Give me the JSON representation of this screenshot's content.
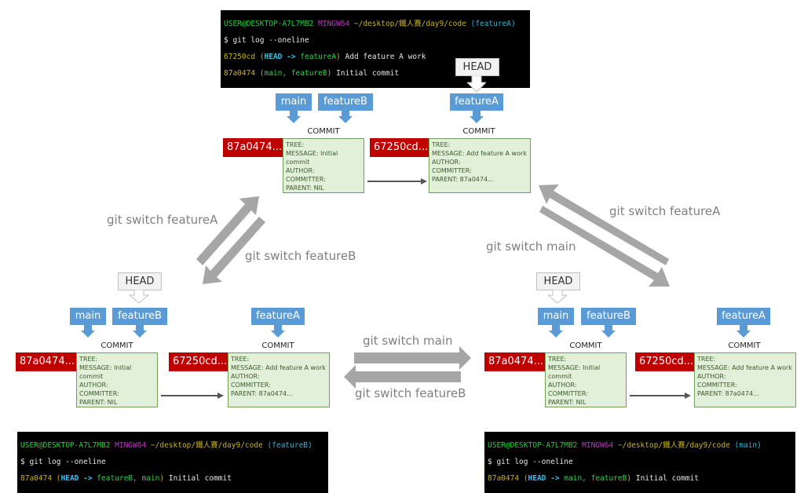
{
  "terminals": {
    "top": {
      "prompt_user": "USER@DESKTOP-A7L7MB2",
      "prompt_env": "MINGW64",
      "prompt_path": "~/desktop/鐵人賽/day9/code",
      "prompt_branch": "(featureA)",
      "command": "$ git log --oneline",
      "lines": [
        {
          "hash": "67250cd",
          "open": "(",
          "head": "HEAD ->",
          "refs": "featureA",
          "close": ")",
          "msg": "Add feature A work"
        },
        {
          "hash": "87a0474",
          "open": "(",
          "head": "",
          "refs": "main, featureB",
          "close": ")",
          "msg": "Initial commit"
        }
      ]
    },
    "bottom_left": {
      "prompt_user": "USER@DESKTOP-A7L7MB2",
      "prompt_env": "MINGW64",
      "prompt_path": "~/desktop/鐵人賽/day9/code",
      "prompt_branch": "(featureB)",
      "command": "$ git log --oneline",
      "lines": [
        {
          "hash": "87a0474",
          "open": "(",
          "head": "HEAD ->",
          "refs": "featureB, main",
          "close": ")",
          "msg": "Initial commit"
        }
      ]
    },
    "bottom_right": {
      "prompt_user": "USER@DESKTOP-A7L7MB2",
      "prompt_env": "MINGW64",
      "prompt_path": "~/desktop/鐵人賽/day9/code",
      "prompt_branch": "(main)",
      "command": "$ git log --oneline",
      "lines": [
        {
          "hash": "87a0474",
          "open": "(",
          "head": "HEAD ->",
          "refs": "main, featureB",
          "close": ")",
          "msg": "Initial commit"
        }
      ]
    }
  },
  "labels": {
    "head": "HEAD",
    "commit": "COMMIT",
    "main": "main",
    "featureA": "featureA",
    "featureB": "featureB"
  },
  "commits": {
    "initial": {
      "hash": "87a0474...",
      "tree": "TREE:",
      "message": "MESSAGE: Initial commit",
      "author": "AUTHOR:",
      "committer": "COMMITTER:",
      "parent": "PARENT: NIL"
    },
    "featureA": {
      "hash": "67250cd...",
      "tree": "TREE:",
      "message": "MESSAGE: Add feature A work",
      "author": "AUTHOR:",
      "committer": "COMMITTER:",
      "parent": "PARENT: 87a0474..."
    }
  },
  "transitions": {
    "left_up": "git switch featureA",
    "left_down": "git switch featureB",
    "right_up": "git switch featureA",
    "right_down": "git switch main",
    "bottom_right": "git switch main",
    "bottom_left": "git switch featureB"
  },
  "colors": {
    "branch": "#5b9bd5",
    "hash": "#c00000",
    "commit_fill": "#e2f0d9",
    "commit_border": "#6f9f5a",
    "transition_arrow": "#a6a6a6"
  }
}
